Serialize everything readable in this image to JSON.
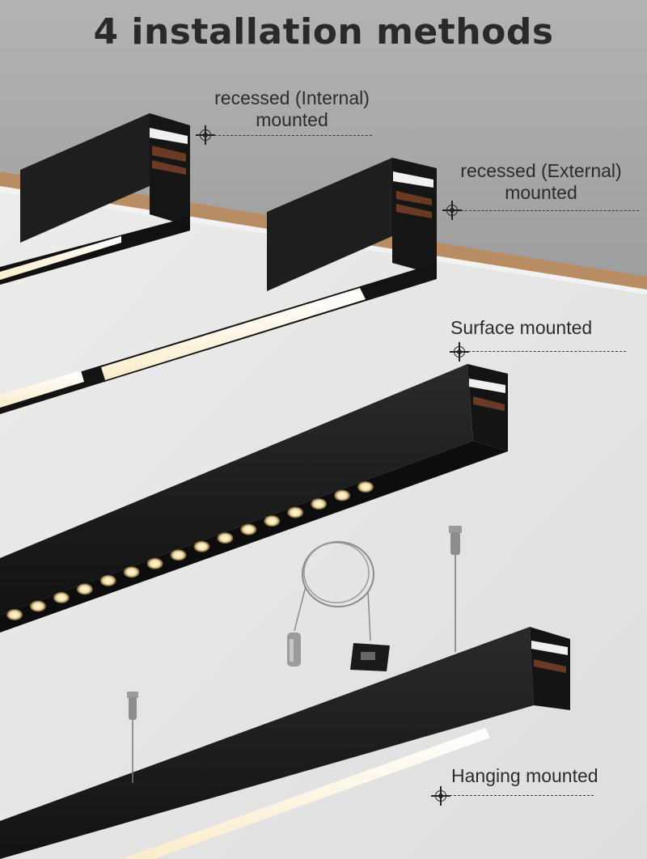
{
  "title": "4 installation methods",
  "methods": [
    {
      "line1": "recessed (Internal)",
      "line2": "mounted"
    },
    {
      "line1": "recessed (External)",
      "line2": "mounted"
    },
    {
      "line1": "Surface mounted"
    },
    {
      "line1": "Hanging mounted"
    }
  ],
  "colors": {
    "wall": "#a9a9a9",
    "ceiling": "#e6e6e4",
    "wood_edge": "#b48a62",
    "profile": "#1c1c1c",
    "diffuser": "#fff6e2"
  }
}
